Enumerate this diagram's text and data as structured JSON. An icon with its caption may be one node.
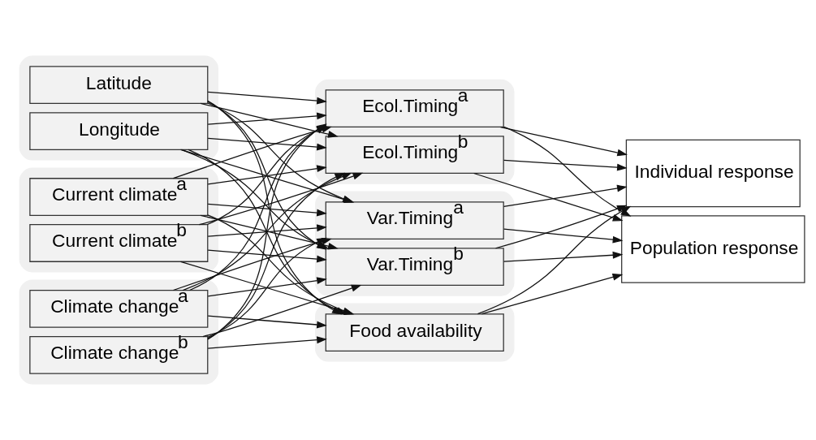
{
  "diagram": {
    "nodes": [
      {
        "text": [],
        "shape": "box"
      },
      {
        "text": [
          "Latitude"
        ],
        "in": 0
      },
      {
        "text": [
          "Longitude"
        ],
        "in": 0
      },
      {
        "text": [],
        "shape": "box"
      },
      {
        "text": [
          "Current climate$^{a}$"
        ],
        "in": 3
      },
      {
        "text": [
          "Current climate$^{b}$"
        ],
        "in": 3
      },
      {
        "text": [],
        "shape": "box"
      },
      {
        "text": [
          "Climate change$^{a}$"
        ],
        "in": 6
      },
      {
        "text": [
          "Climate change$^{b}$"
        ],
        "in": 6
      },
      {
        "text": [],
        "shape": "box"
      },
      {
        "text": [
          "Ecol.Timing$^{a}$"
        ],
        "in": 9
      },
      {
        "text": [
          "Ecol.Timing$^{b}$"
        ],
        "in": 9
      },
      {
        "text": [],
        "shape": "box"
      },
      {
        "text": [
          "Var.Timing$^{a}$"
        ],
        "in": 12
      },
      {
        "text": [
          "Var.Timing$^{b}$"
        ],
        "in": 12
      },
      {
        "text": [],
        "shape": "box"
      },
      {
        "text": [
          "Food availability"
        ],
        "in": 15
      },
      {
        "text": [
          "Individual response"
        ]
      },
      {
        "text": [
          "Population response"
        ]
      }
    ],
    "edges": [
      {
        "from": 1,
        "to": 10,
        "arrow": "to"
      },
      {
        "from": 1,
        "to": 11,
        "arrow": "to"
      },
      {
        "from": 1,
        "to": 13,
        "arrow": "to"
      },
      {
        "from": 1,
        "to": 14,
        "arrow": "to"
      },
      {
        "from": 1,
        "to": 16,
        "arrow": "to"
      },
      {
        "from": 2,
        "to": 10,
        "arrow": "to"
      },
      {
        "from": 2,
        "to": 11,
        "arrow": "to"
      },
      {
        "from": 2,
        "to": 13,
        "arrow": "to"
      },
      {
        "from": 2,
        "to": 14,
        "arrow": "to"
      },
      {
        "from": 2,
        "to": 16,
        "arrow": "to"
      },
      {
        "from": 4,
        "to": 10,
        "arrow": "to"
      },
      {
        "from": 4,
        "to": 11,
        "arrow": "to"
      },
      {
        "from": 4,
        "to": 13,
        "arrow": "to"
      },
      {
        "from": 4,
        "to": 14,
        "arrow": "to"
      },
      {
        "from": 4,
        "to": 16,
        "arrow": "to"
      },
      {
        "from": 5,
        "to": 10,
        "arrow": "to"
      },
      {
        "from": 5,
        "to": 11,
        "arrow": "to"
      },
      {
        "from": 5,
        "to": 13,
        "arrow": "to"
      },
      {
        "from": 5,
        "to": 14,
        "arrow": "to"
      },
      {
        "from": 5,
        "to": 16,
        "arrow": "to"
      },
      {
        "from": 7,
        "to": 10,
        "arrow": "to"
      },
      {
        "from": 7,
        "to": 11,
        "arrow": "to"
      },
      {
        "from": 7,
        "to": 13,
        "arrow": "to"
      },
      {
        "from": 7,
        "to": 14,
        "arrow": "to"
      },
      {
        "from": 7,
        "to": 16,
        "arrow": "to"
      },
      {
        "from": 8,
        "to": 10,
        "arrow": "to"
      },
      {
        "from": 8,
        "to": 11,
        "arrow": "to"
      },
      {
        "from": 8,
        "to": 13,
        "arrow": "to"
      },
      {
        "from": 8,
        "to": 14,
        "arrow": "to"
      },
      {
        "from": 8,
        "to": 16,
        "arrow": "to"
      },
      {
        "from": 10,
        "to": 17,
        "arrow": "to"
      },
      {
        "from": 10,
        "to": 18,
        "arrow": "to"
      },
      {
        "from": 11,
        "to": 17,
        "arrow": "to"
      },
      {
        "from": 11,
        "to": 18,
        "arrow": "to"
      },
      {
        "from": 13,
        "to": 17,
        "arrow": "to"
      },
      {
        "from": 13,
        "to": 18,
        "arrow": "to"
      },
      {
        "from": 14,
        "to": 17,
        "arrow": "to"
      },
      {
        "from": 14,
        "to": 18,
        "arrow": "to"
      },
      {
        "from": 16,
        "to": 17,
        "arrow": "to"
      },
      {
        "from": 16,
        "to": 18,
        "arrow": "to"
      }
    ]
  }
}
